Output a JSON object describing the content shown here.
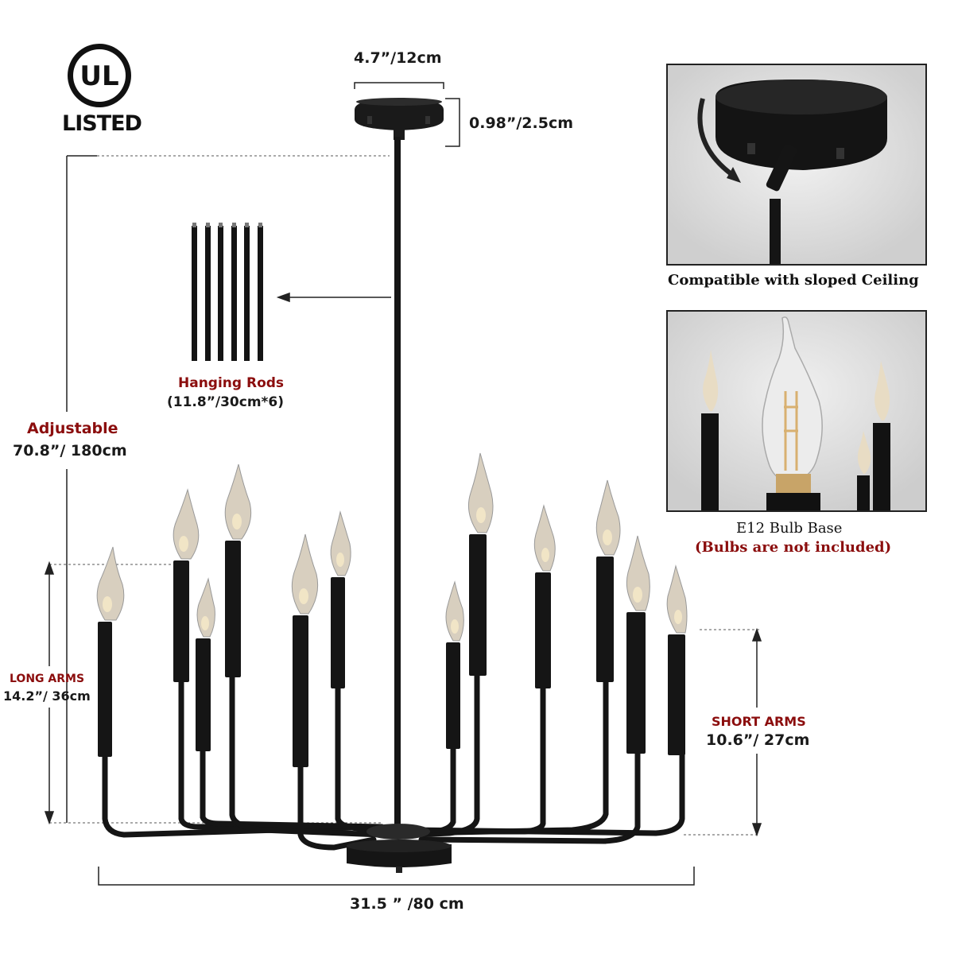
{
  "badge": {
    "logo_text": "UL",
    "listed_label": "LISTED"
  },
  "dimensions": {
    "canopy_width": "4.7”/12cm",
    "canopy_height": "0.98”/2.5cm",
    "total_width": "31.5 ” /80 cm",
    "adjustable_title": "Adjustable",
    "adjustable_value": "70.8”/ 180cm",
    "long_arms_title": "LONG ARMS",
    "long_arms_value": "14.2”/ 36cm",
    "short_arms_title": "SHORT ARMS",
    "short_arms_value": "10.6”/ 27cm"
  },
  "rods": {
    "title": "Hanging Rods",
    "detail": "(11.8”/30cm*6)",
    "count": 6
  },
  "insets": {
    "ceiling_caption": "Compatible with sloped Ceiling",
    "bulb_caption": "E12 Bulb Base",
    "bulb_note": "(Bulbs are not included)"
  },
  "colors": {
    "accent_red": "#8b0d0d",
    "fixture_black": "#111111",
    "inset_bg": "#e4e4e4"
  }
}
